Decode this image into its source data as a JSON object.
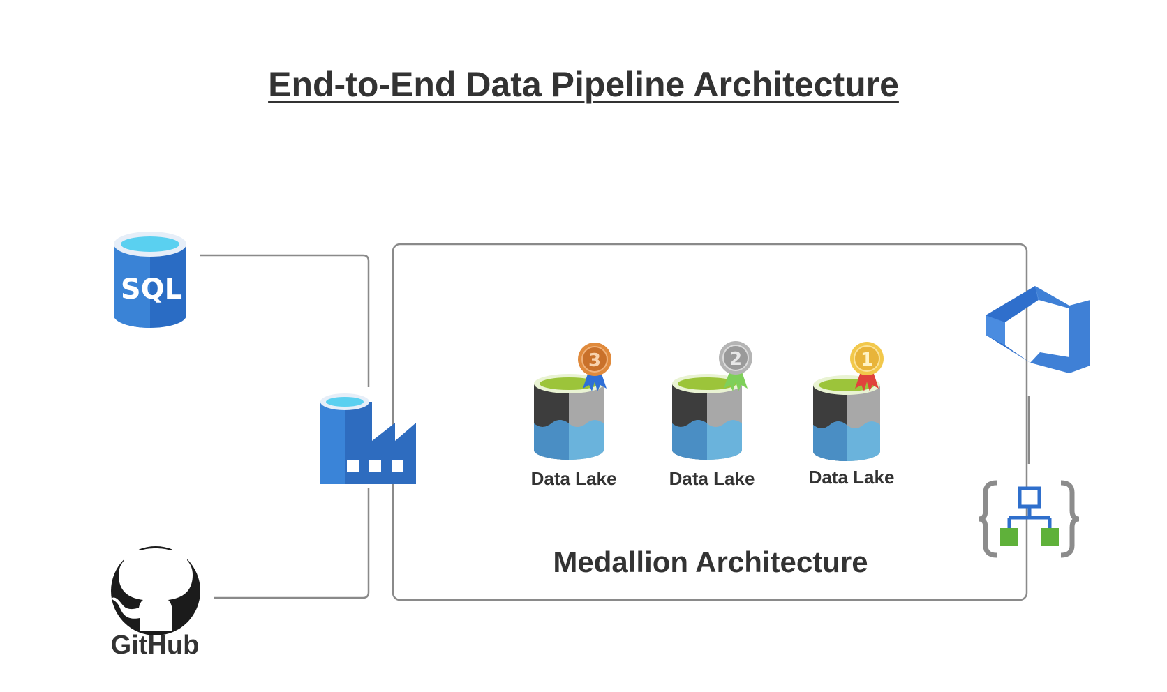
{
  "title": "End-to-End Data Pipeline Architecture",
  "sources": {
    "sql_label": "SQL",
    "github_label": "GitHub"
  },
  "medallion": {
    "label": "Medallion Architecture",
    "lakes": [
      {
        "label": "Data Lake",
        "medal": "3",
        "medal_color": "#e08a3c",
        "ribbon_color": "#2f6fd6"
      },
      {
        "label": "Data Lake",
        "medal": "2",
        "medal_color": "#a8a8a8",
        "ribbon_color": "#7fcf5a"
      },
      {
        "label": "Data Lake",
        "medal": "1",
        "medal_color": "#f2c84b",
        "ribbon_color": "#e0433c"
      }
    ]
  },
  "icons": {
    "sql": "sql-database-icon",
    "github": "github-icon",
    "factory": "data-factory-icon",
    "devops": "azure-devops-icon",
    "logic_app": "logic-app-icon"
  },
  "colors": {
    "azure_blue": "#2e7ad1",
    "connector": "#8a8a8a",
    "lake_green": "#9cc43a"
  }
}
